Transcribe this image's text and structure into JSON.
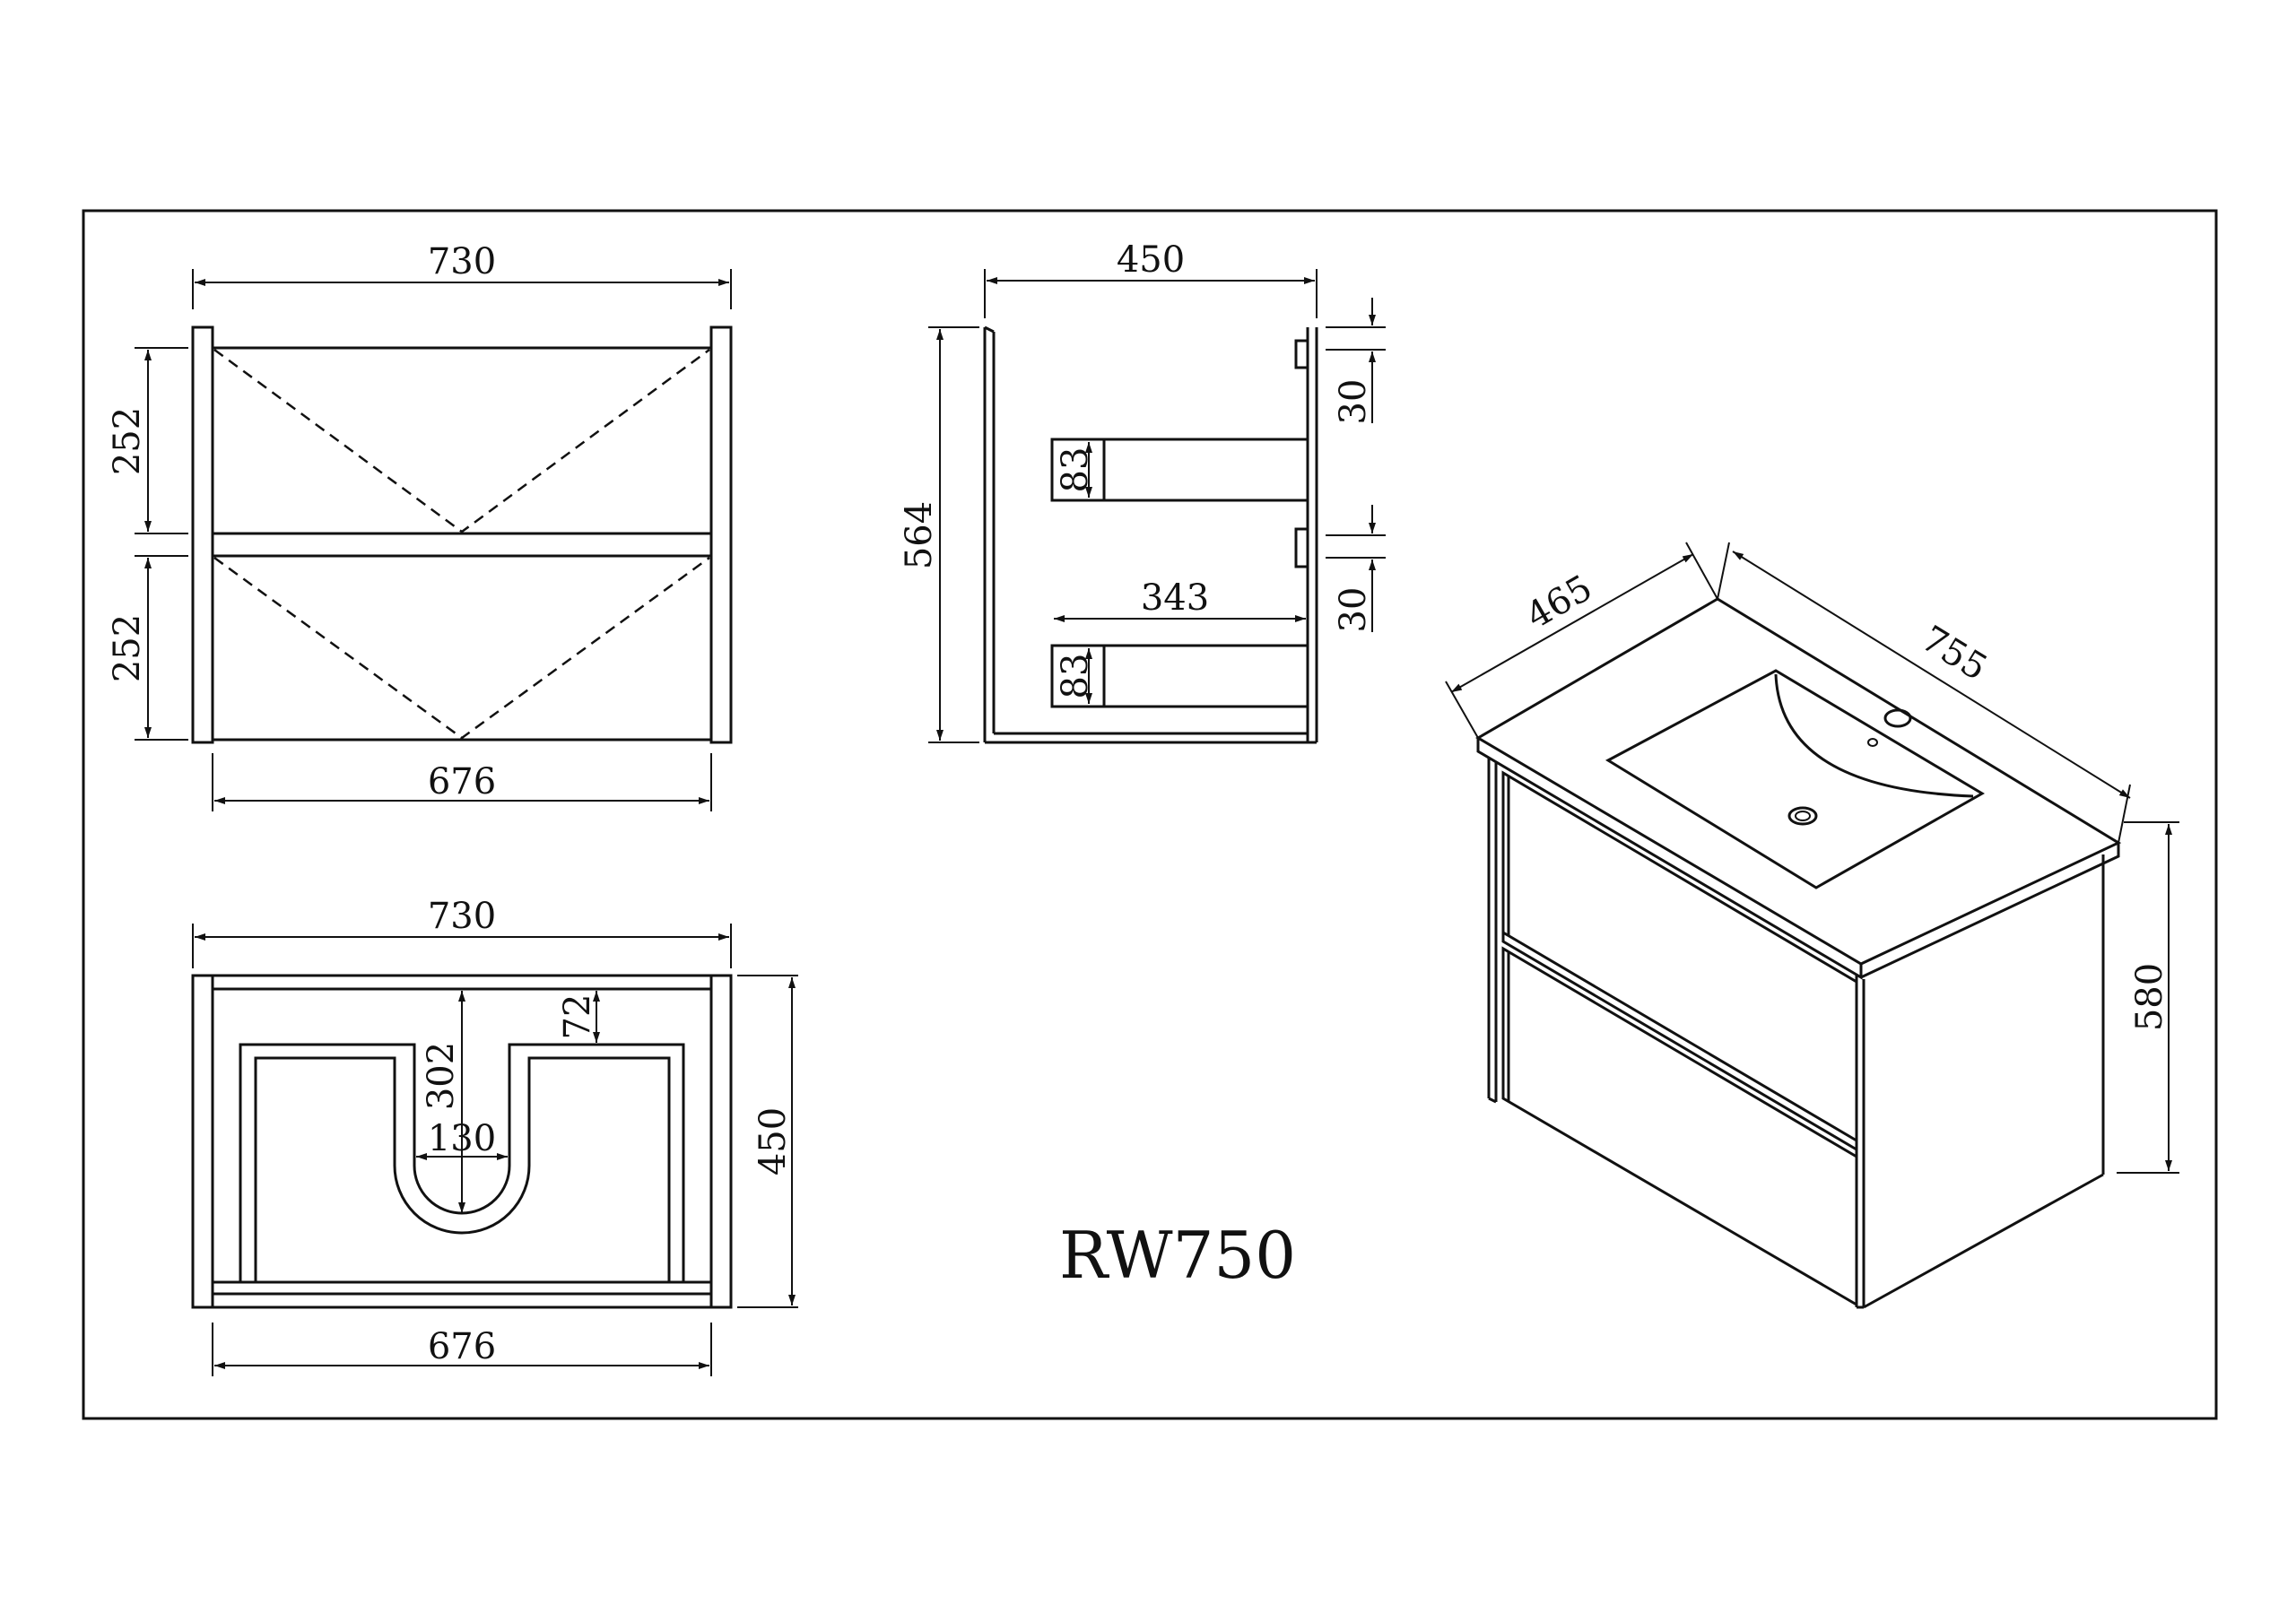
{
  "model_code": "RW750",
  "front_view": {
    "width_overall": "730",
    "width_inner": "676",
    "drawer_height_top": "252",
    "drawer_height_bottom": "252"
  },
  "side_view": {
    "depth": "450",
    "height": "564",
    "handle_height_top": "83",
    "handle_height_bottom": "83",
    "gap_top": "30",
    "gap_bottom": "30",
    "drawer_depth": "343"
  },
  "top_view": {
    "width_overall": "730",
    "width_inner": "676",
    "depth": "450",
    "cutout_depth": "302",
    "cutout_offset": "72",
    "cutout_width": "130"
  },
  "iso_view": {
    "top_depth": "465",
    "top_width": "755",
    "height": "580"
  }
}
